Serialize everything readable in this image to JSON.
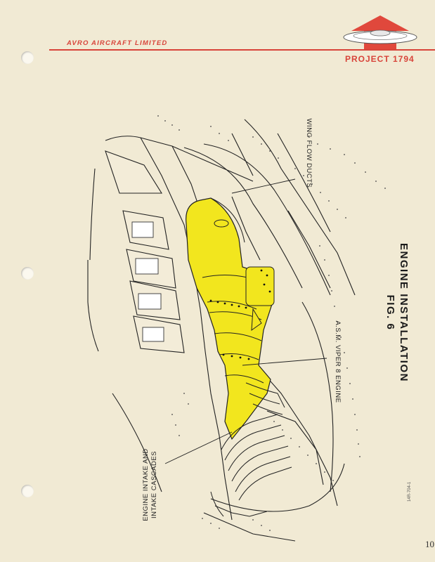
{
  "header": {
    "company": "AVRO AIRCRAFT LIMITED",
    "project": "PROJECT 1794",
    "logo_icon": "arrow-saucer-logo",
    "accent_color": "#d8443a"
  },
  "title": {
    "line1": "ENGINE INSTALLATION",
    "line2": "FIG. 6"
  },
  "labels": {
    "wing_flow_ducts": "WING FLOW DUCTS",
    "engine": "A.S.M. VIPER 8 ENGINE",
    "intake_line1": "ENGINE INTAKE AND",
    "intake_line2": "INTAKE CASCADES"
  },
  "footer": {
    "doc_number": "14R-704-1",
    "page_number": "10"
  },
  "engine_color": "#f2e61e"
}
